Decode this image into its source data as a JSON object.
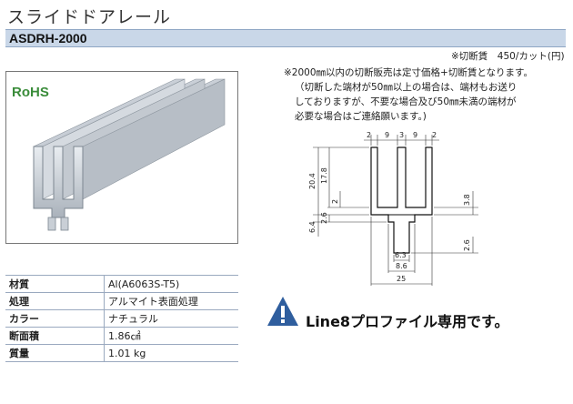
{
  "header": {
    "title": "スライドドアレール",
    "code": "ASDRH-2000"
  },
  "notes": {
    "cutting_fee": "※切断賃　450/カット(円)",
    "line1": "※2000㎜以内の切断販売は定寸価格+切断賃となります。",
    "line2": "（切断した端材が50㎜以上の場合は、端材もお送り",
    "line3": "しておりますが、不要な場合及び50㎜未満の端材が",
    "line4": "必要な場合はご連絡願います。)"
  },
  "badge": {
    "rohs": "RoHS"
  },
  "specs": [
    {
      "label": "材質",
      "value": "Al(A6063S-T5)"
    },
    {
      "label": "処理",
      "value": "アルマイト表面処理"
    },
    {
      "label": "カラー",
      "value": "ナチュラル"
    },
    {
      "label": "断面積",
      "value": "1.86㎠"
    },
    {
      "label": "質量",
      "value": "1.01 kg"
    }
  ],
  "notice": {
    "icon": "warning-icon",
    "text": "Line8プロファイル専用です。"
  },
  "drawing": {
    "top_dims": [
      "2",
      "9",
      "3",
      "9",
      "2"
    ],
    "left_dims": [
      "20.4",
      "17.8",
      "2",
      "6.4",
      "2.6"
    ],
    "right_dims": [
      "3.8",
      "2.6"
    ],
    "bottom_dims": [
      "6.3",
      "8.6",
      "25"
    ]
  },
  "colors": {
    "code_bar": "#c9d7e8",
    "rohs_green": "#3a8c3a",
    "warning_blue": "#2f5e9e"
  }
}
